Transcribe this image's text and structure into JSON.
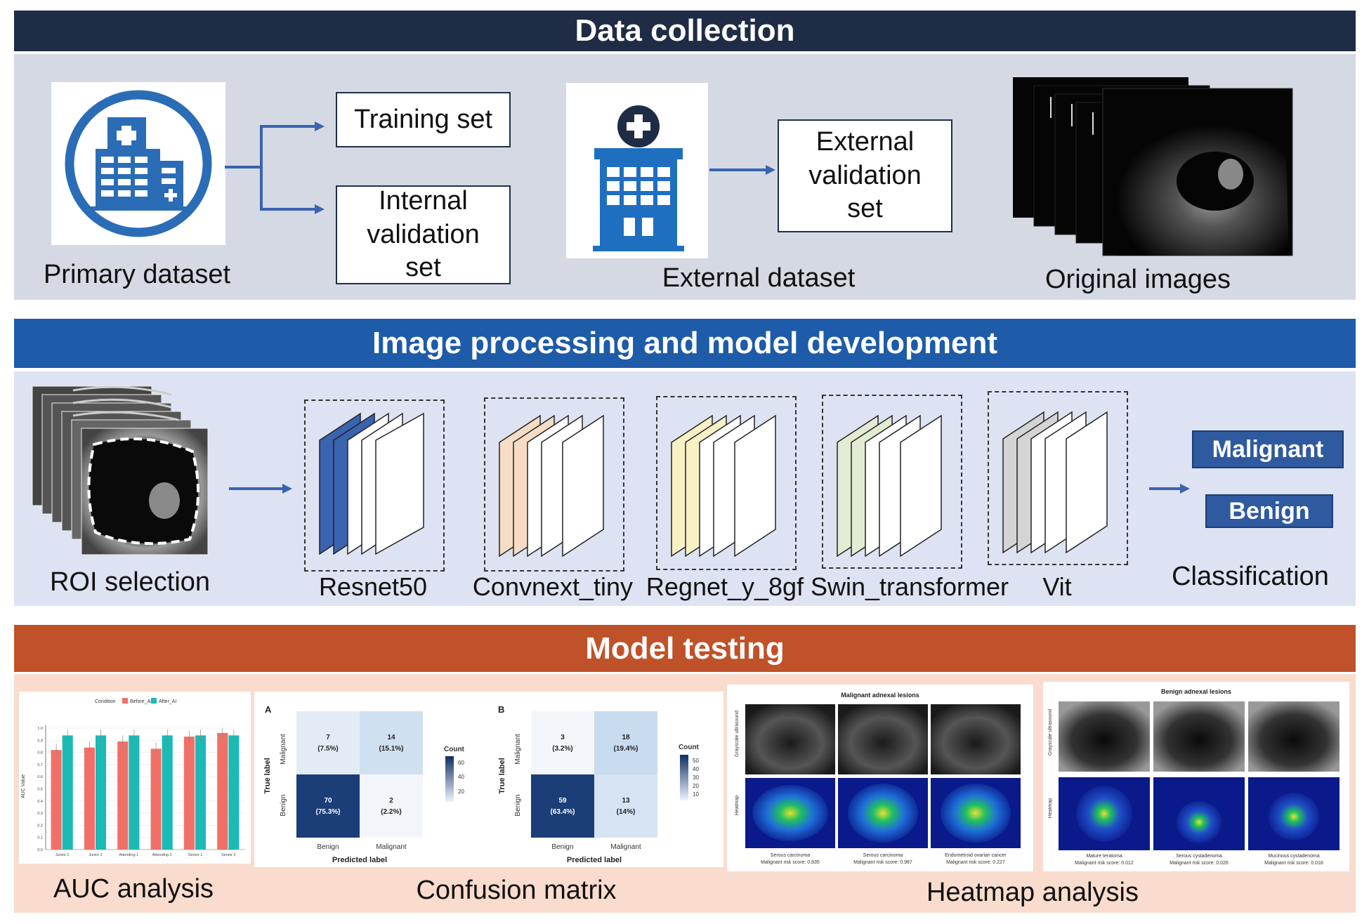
{
  "sections": {
    "collection_title": "Data collection",
    "processing_title": "Image processing and model development",
    "testing_title": "Model testing"
  },
  "collection": {
    "primary_label": "Primary dataset",
    "training_set": "Training set",
    "internal_line1": "Internal",
    "internal_line2": "validation",
    "internal_line3": "set",
    "external_label": "External dataset",
    "external_line1": "External",
    "external_line2": "validation",
    "external_line3": "set",
    "original_label": "Original images"
  },
  "processing": {
    "roi_label": "ROI selection",
    "models": [
      "Resnet50",
      "Convnext_tiny",
      "Regnet_y_8gf",
      "Swin_transformer",
      "Vit"
    ],
    "model_colors": [
      "#3a63b0",
      "#f6dcc6",
      "#f7f1c4",
      "#e2ecd2",
      "#d4d4d4"
    ],
    "malignant": "Malignant",
    "benign": "Benign",
    "classification_label": "Classification"
  },
  "testing": {
    "auc_label": "AUC analysis",
    "confusion_label": "Confusion matrix",
    "heatmap_label": "Heatmap analysis"
  },
  "auc_chart": {
    "chart_data": {
      "type": "bar",
      "legend_title": "Condition",
      "series": [
        {
          "name": "Before_AI",
          "color": "#f07068",
          "values": [
            0.82,
            0.84,
            0.89,
            0.83,
            0.93,
            0.96
          ]
        },
        {
          "name": "After_AI",
          "color": "#1cb9b5",
          "values": [
            0.94,
            0.94,
            0.94,
            0.94,
            0.94,
            0.94
          ]
        }
      ],
      "categories": [
        "Junior 1",
        "Junior 2",
        "Attending 1",
        "Attending 2",
        "Senior 1",
        "Senior 2"
      ],
      "ylabel": "AUC Value",
      "ylim": [
        0,
        1.0
      ],
      "yticks": [
        "0.0",
        "0.1",
        "0.2",
        "0.3",
        "0.4",
        "0.5",
        "0.6",
        "0.7",
        "0.8",
        "0.9",
        "1.0"
      ]
    }
  },
  "confusion": {
    "panel_a": "A",
    "panel_b": "B",
    "true_label": "True label",
    "predicted_label": "Predicted label",
    "row_malignant": "Malignant",
    "row_benign": "Benign",
    "col_benign": "Benign",
    "col_malignant": "Malignant",
    "count": "Count",
    "a_cells": [
      [
        "7",
        "(7.5%)"
      ],
      [
        "14",
        "(15.1%)"
      ],
      [
        "70",
        "(75.3%)"
      ],
      [
        "2",
        "(2.2%)"
      ]
    ],
    "a_ticks": [
      "60",
      "40",
      "20"
    ],
    "b_cells": [
      [
        "3",
        "(3.2%)"
      ],
      [
        "18",
        "(19.4%)"
      ],
      [
        "59",
        "(63.4%)"
      ],
      [
        "13",
        "(14%)"
      ]
    ],
    "b_ticks": [
      "50",
      "40",
      "30",
      "20",
      "10"
    ]
  },
  "heatmap": {
    "malignant_title": "Malignant adnexal lesions",
    "benign_title": "Benign adnexal lesions",
    "row_gray": "Grayscale ultrasound",
    "row_heat": "Heatmap",
    "malignant_captions": [
      [
        "Serous carcinoma",
        "Malignant risk score: 0.835"
      ],
      [
        "Serous carcinoma",
        "Malignant risk score: 0.987"
      ],
      [
        "Endometroid ovarian cancer",
        "Malignant risk score: 0.227"
      ]
    ],
    "benign_captions": [
      [
        "Mature teratoma",
        "Malignant risk score: 0.012"
      ],
      [
        "Serous cystadenoma",
        "Malignant risk score: 0.026"
      ],
      [
        "Mucinous cystadenoma",
        "Malignant risk score: 0.018"
      ]
    ]
  }
}
